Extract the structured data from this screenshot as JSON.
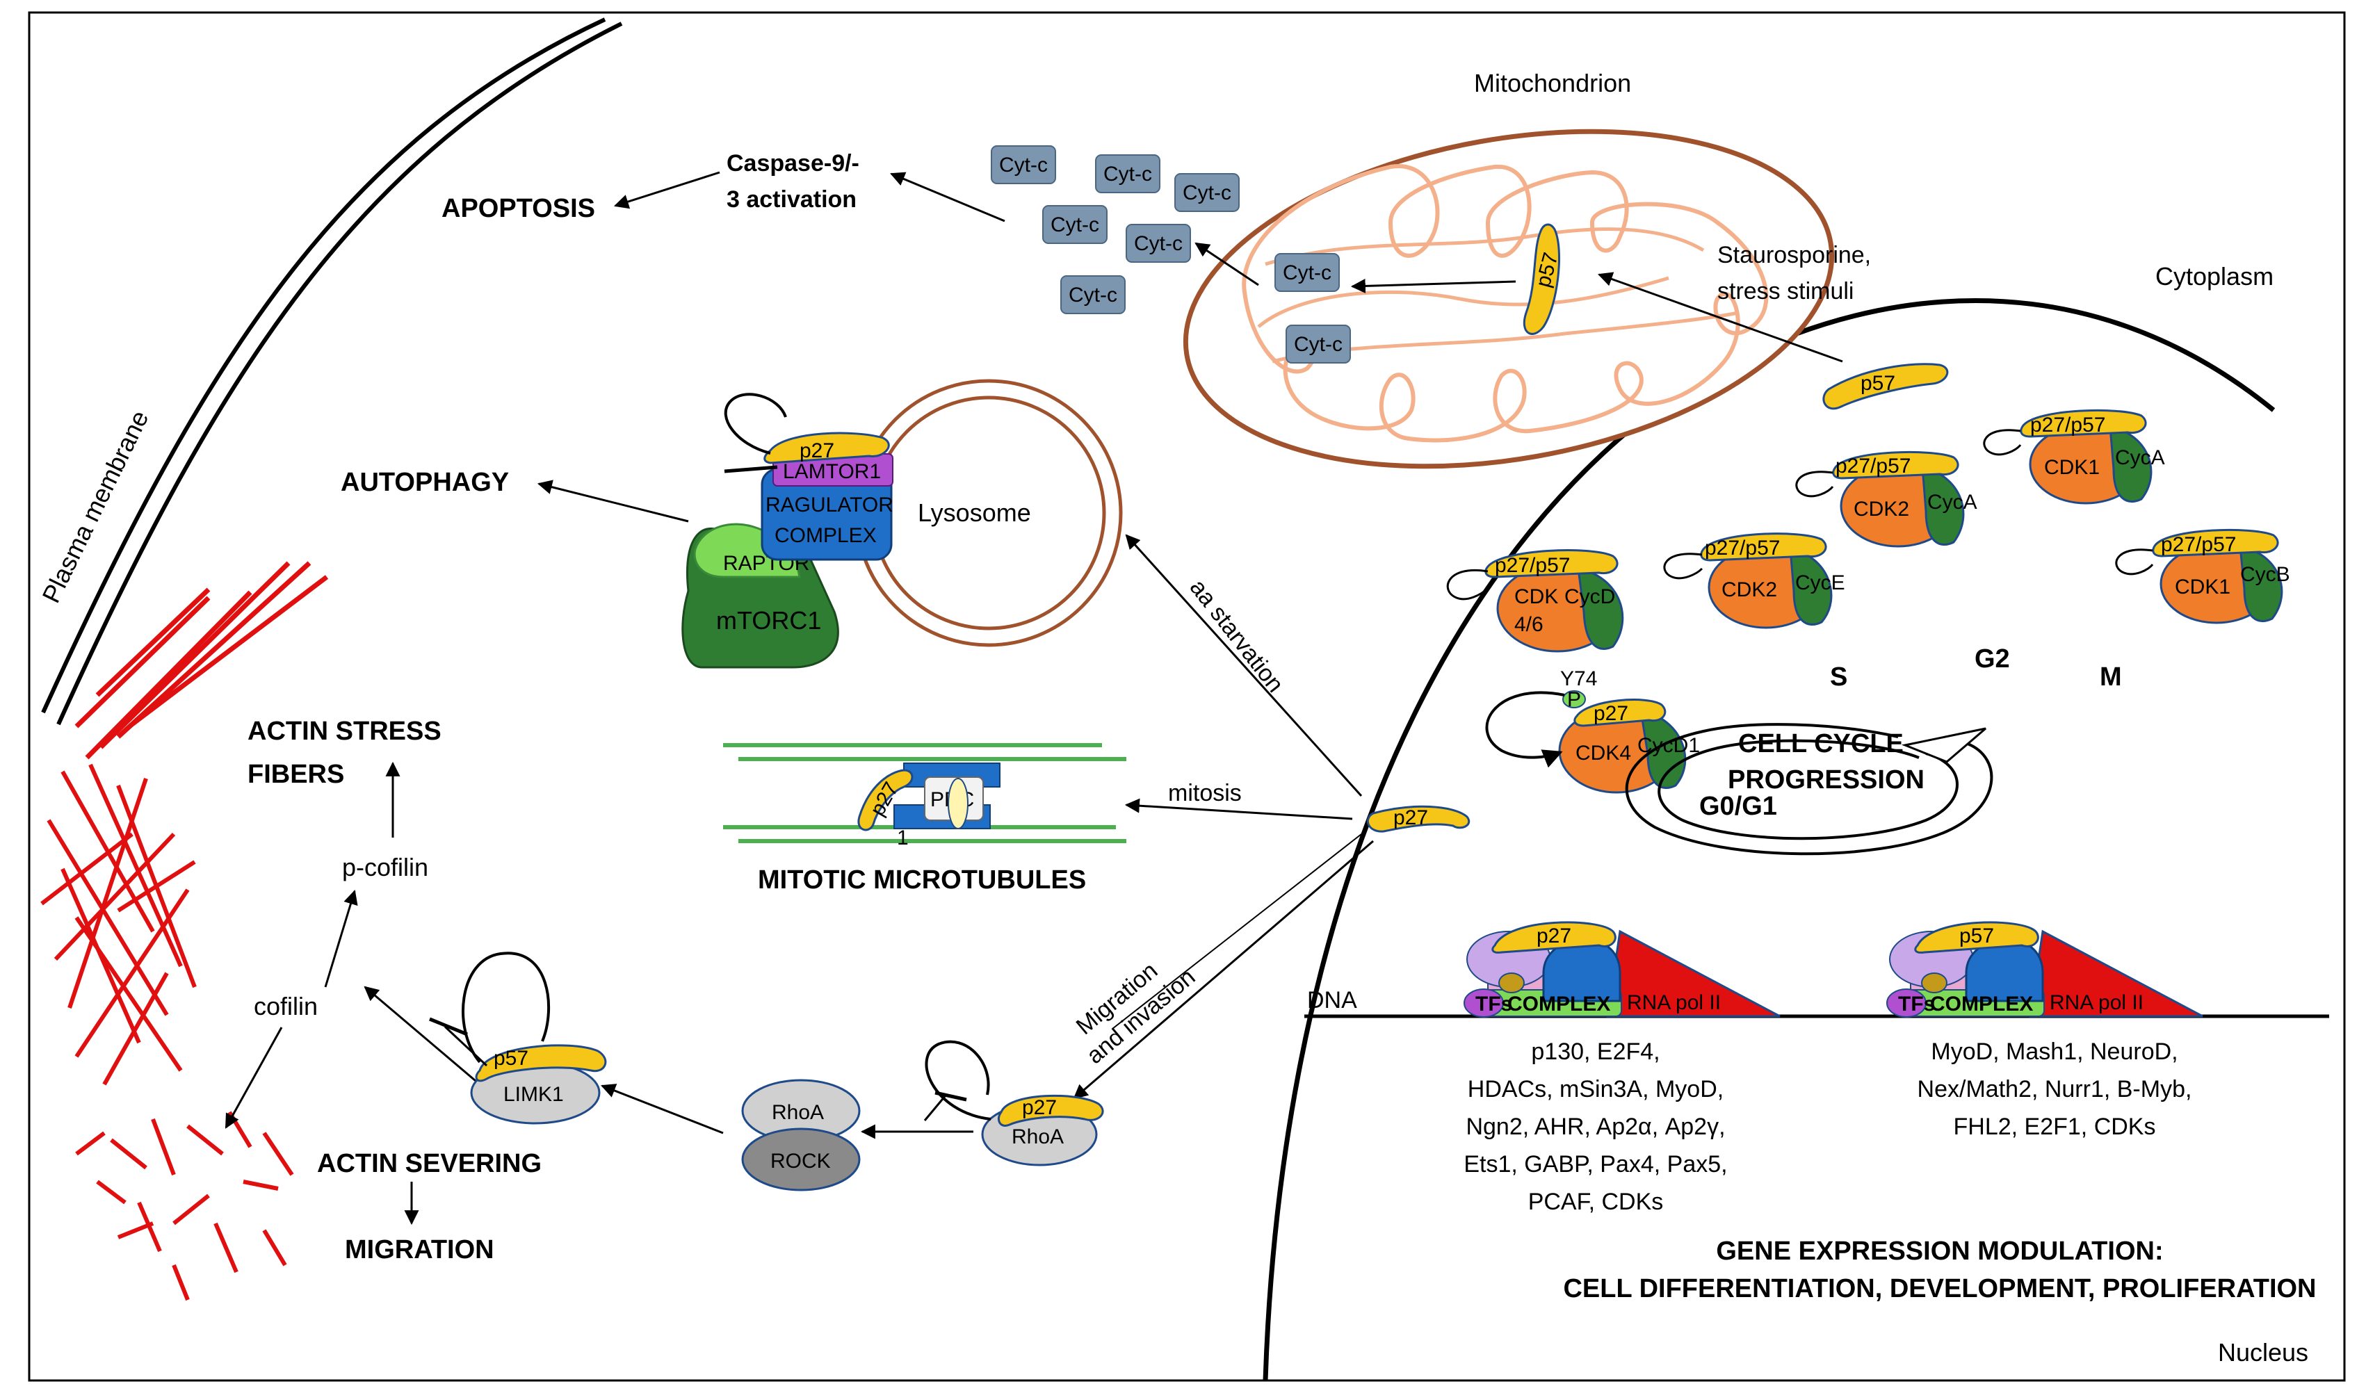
{
  "labels": {
    "plasma_membrane": "Plasma membrane",
    "mitochondrion": "Mitochondrion",
    "cytoplasm": "Cytoplasm",
    "nucleus": "Nucleus",
    "lysosome": "Lysosome",
    "dna": "DNA"
  },
  "processes": {
    "apoptosis": "APOPTOSIS",
    "autophagy": "AUTOPHAGY",
    "actin_stress_fibers_1": "ACTIN STRESS",
    "actin_stress_fibers_2": "FIBERS",
    "mitotic_microtubules": "MITOTIC MICROTUBULES",
    "actin_severing": "ACTIN SEVERING",
    "migration": "MIGRATION",
    "caspase_1": "Caspase-9/-",
    "caspase_2": "3 activation",
    "cell_cycle_1": "CELL CYCLE",
    "cell_cycle_2": "PROGRESSION",
    "gene_expr_1": "GENE EXPRESSION MODULATION:",
    "gene_expr_2": "CELL DIFFERENTIATION, DEVELOPMENT, PROLIFERATION"
  },
  "arrows": {
    "stress_1": "Staurosporine,",
    "stress_2": "stress stimuli",
    "aa_starvation": "aa starvation",
    "mitosis": "mitosis",
    "migration_1": "Migration",
    "migration_2": "and invasion"
  },
  "molecules": {
    "cytc": "Cyt-c",
    "p57": "p57",
    "p27": "p27",
    "p27p57": "p27/p57",
    "lamtor1": "LAMTOR1",
    "ragulator": "RAGULATOR",
    "complex": "COMPLEX",
    "raptor": "RAPTOR",
    "mtorc1": "mTORC1",
    "prc": "PRC",
    "prc_num": "1",
    "cdk46_a": "CDK",
    "cdk46_b": "4/6",
    "cycd": "CycD",
    "cdk2": "CDK2",
    "cyce": "CycE",
    "cyca": "CycA",
    "cdk1": "CDK1",
    "cycb": "CycB",
    "cdk4": "CDK4",
    "cycd1": "CycD1",
    "y74": "Y74",
    "p": "P",
    "rhoa": "RhoA",
    "rock": "ROCK",
    "limk1": "LIMK1",
    "cofilin": "cofilin",
    "pcofilin": "p-cofilin",
    "tfs": "TFs",
    "tf_complex": "COMPLEX",
    "rnapol": "RNA pol II"
  },
  "phases": {
    "s": "S",
    "g2": "G2",
    "m": "M",
    "g0g1": "G0/G1"
  },
  "targets_p27": [
    "p130, E2F4,",
    "HDACs, mSin3A, MyoD,",
    "Ngn2, AHR, Ap2α, Ap2γ,",
    "Ets1, GABP, Pax4, Pax5,",
    "PCAF, CDKs"
  ],
  "targets_p57": [
    "MyoD, Mash1, NeuroD,",
    "Nex/Math2, Nurr1, B-Myb,",
    "FHL2, E2F1, CDKs"
  ],
  "colors": {
    "yellow": "#f5c518",
    "orange": "#f07d2a",
    "green": "#2e7d32",
    "blue": "#1f6fc9",
    "red": "#e01010",
    "cytc": "#7d96b0",
    "mito": "#a0522d"
  }
}
